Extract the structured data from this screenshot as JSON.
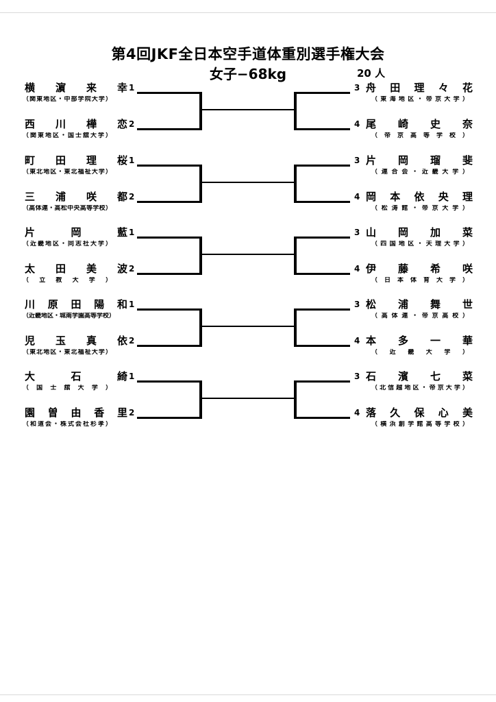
{
  "header": {
    "title": "第4回JKF全日本空手道体重別選手権大会",
    "weight_class": "女子−68kg",
    "entrants": "20 人"
  },
  "bracket": {
    "matches": [
      {
        "left_top": {
          "seed": "1",
          "name": "横濵来幸",
          "affiliation": "（関東地区・中部学院大学）"
        },
        "left_bottom": {
          "seed": "2",
          "name": "西川樺恋",
          "affiliation": "（関東地区・国士舘大学）"
        },
        "right_top": {
          "seed": "3",
          "name": "舟田理々花",
          "affiliation": "（東海地区・帝京大学）"
        },
        "right_bottom": {
          "seed": "4",
          "name": "尾崎史奈",
          "affiliation": "（帝京高等学校）"
        }
      },
      {
        "left_top": {
          "seed": "1",
          "name": "町田理桜",
          "affiliation": "（東北地区・東北福祉大学）"
        },
        "left_bottom": {
          "seed": "2",
          "name": "三浦咲都",
          "affiliation": "（高体連・高松中央高等学校）"
        },
        "right_top": {
          "seed": "3",
          "name": "片岡瑠斐",
          "affiliation": "（連合会・近畿大学）"
        },
        "right_bottom": {
          "seed": "4",
          "name": "岡本依央理",
          "affiliation": "（松涛館・帝京大学）"
        }
      },
      {
        "left_top": {
          "seed": "1",
          "name": "片岡藍",
          "affiliation": "（近畿地区・同志社大学）"
        },
        "left_bottom": {
          "seed": "2",
          "name": "太田美波",
          "affiliation": "（立教大学）"
        },
        "right_top": {
          "seed": "3",
          "name": "山岡加菜",
          "affiliation": "（四国地区・天理大学）"
        },
        "right_bottom": {
          "seed": "4",
          "name": "伊藤希咲",
          "affiliation": "（日本体育大学）"
        }
      },
      {
        "left_top": {
          "seed": "1",
          "name": "川原田陽和",
          "affiliation": "（近畿地区・城南学園高等学校）"
        },
        "left_bottom": {
          "seed": "2",
          "name": "児玉真依",
          "affiliation": "（東北地区・東北福祉大学）"
        },
        "right_top": {
          "seed": "3",
          "name": "松浦舞世",
          "affiliation": "（高体連・帝京高校）"
        },
        "right_bottom": {
          "seed": "4",
          "name": "本多一華",
          "affiliation": "（近畿大学）"
        }
      },
      {
        "left_top": {
          "seed": "1",
          "name": "大石綺",
          "affiliation": "（国士舘大学）"
        },
        "left_bottom": {
          "seed": "2",
          "name": "園曽由香里",
          "affiliation": "（和道会・株式会社杉孝）"
        },
        "right_top": {
          "seed": "3",
          "name": "石濱七菜",
          "affiliation": "（北信越地区・帝京大学）"
        },
        "right_bottom": {
          "seed": "4",
          "name": "落久保心美",
          "affiliation": "（横浜創学館高等学校）"
        }
      }
    ]
  }
}
